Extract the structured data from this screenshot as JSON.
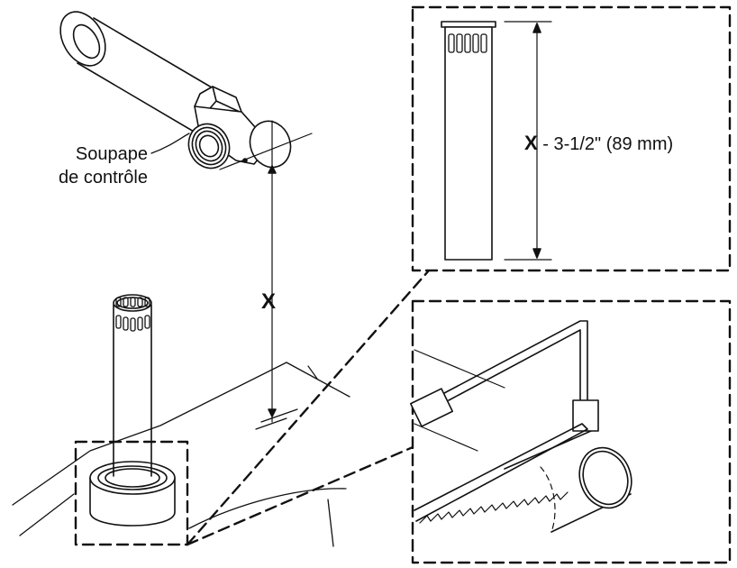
{
  "labels": {
    "valve_line1": "Soupape",
    "valve_line2": "de contrôle",
    "distance_x": "X",
    "cut_x": "X",
    "cut_dash": " - ",
    "cut_length": "3-1/2\" (89 mm)"
  },
  "colors": {
    "line": "#111111",
    "background": "#ffffff"
  }
}
